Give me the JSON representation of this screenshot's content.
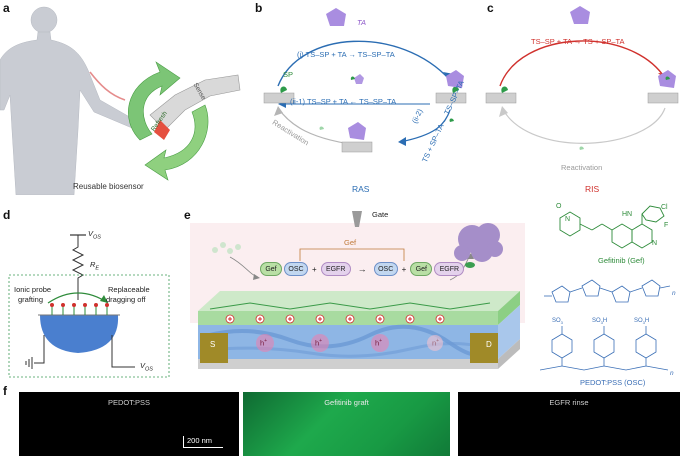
{
  "panels": {
    "a": {
      "label": "a",
      "caption": "Reusable biosensor",
      "arrow_refresh": "Refresh",
      "arrow_sense": "Sense"
    },
    "b": {
      "label": "b",
      "top_label": "TA",
      "sp_label": "SP",
      "step1": "(i) TS–SP + TA → TS–SP–TA",
      "step_ii1": "(ii-1) TS–SP + TA ← TS–SP–TA",
      "step_ii2_a": "(ii-2)",
      "step_ii2_b": "TS + SP–TA ← TS–SP–TA",
      "reactivation": "Reactivation",
      "caption": "RAS"
    },
    "c": {
      "label": "c",
      "step": "TS–SP + TA → TS + SP–TA",
      "reactivation": "Reactivation",
      "caption": "RIS"
    },
    "d": {
      "label": "d",
      "vos_top": "V",
      "vos_top_sub": "OS",
      "re": "R",
      "re_sub": "E",
      "left_text_1": "Ionic probe",
      "left_text_2": "grafting",
      "right_text_1": "Replaceable",
      "right_text_2": "dragging off",
      "vos_bottom": "V",
      "vos_bottom_sub": "OS"
    },
    "e": {
      "label": "e",
      "gate": "Gate",
      "gef": "Gef",
      "pill_gef": "Gef",
      "pill_osc": "OSC",
      "pill_egfr": "EGFR",
      "plus": "+",
      "arrow": "→",
      "source": "S",
      "drain": "D",
      "hole": "h",
      "hole_sup": "+",
      "ion": "n",
      "ion_sup": "+"
    },
    "structures": {
      "gefitinib_caption": "Gefitinib (Gef)",
      "pedot_caption": "PEDOT:PSS (OSC)",
      "cl": "Cl",
      "f": "F",
      "nh": "HN",
      "n": "N",
      "o": "O",
      "so3": "SO",
      "so3h": "SO",
      "n_sub": "n"
    },
    "f": {
      "label": "f",
      "img1": "PEDOT:PSS",
      "img2": "Gefitinib graft",
      "img3": "EGFR rinse",
      "scalebar": "200 nm"
    }
  },
  "colors": {
    "blue": "#2b6db3",
    "red": "#d0312d",
    "gray": "#9a9a9a",
    "green": "#2e8b3a",
    "purple": "#9b7fd4",
    "gold": "#a08a28"
  }
}
